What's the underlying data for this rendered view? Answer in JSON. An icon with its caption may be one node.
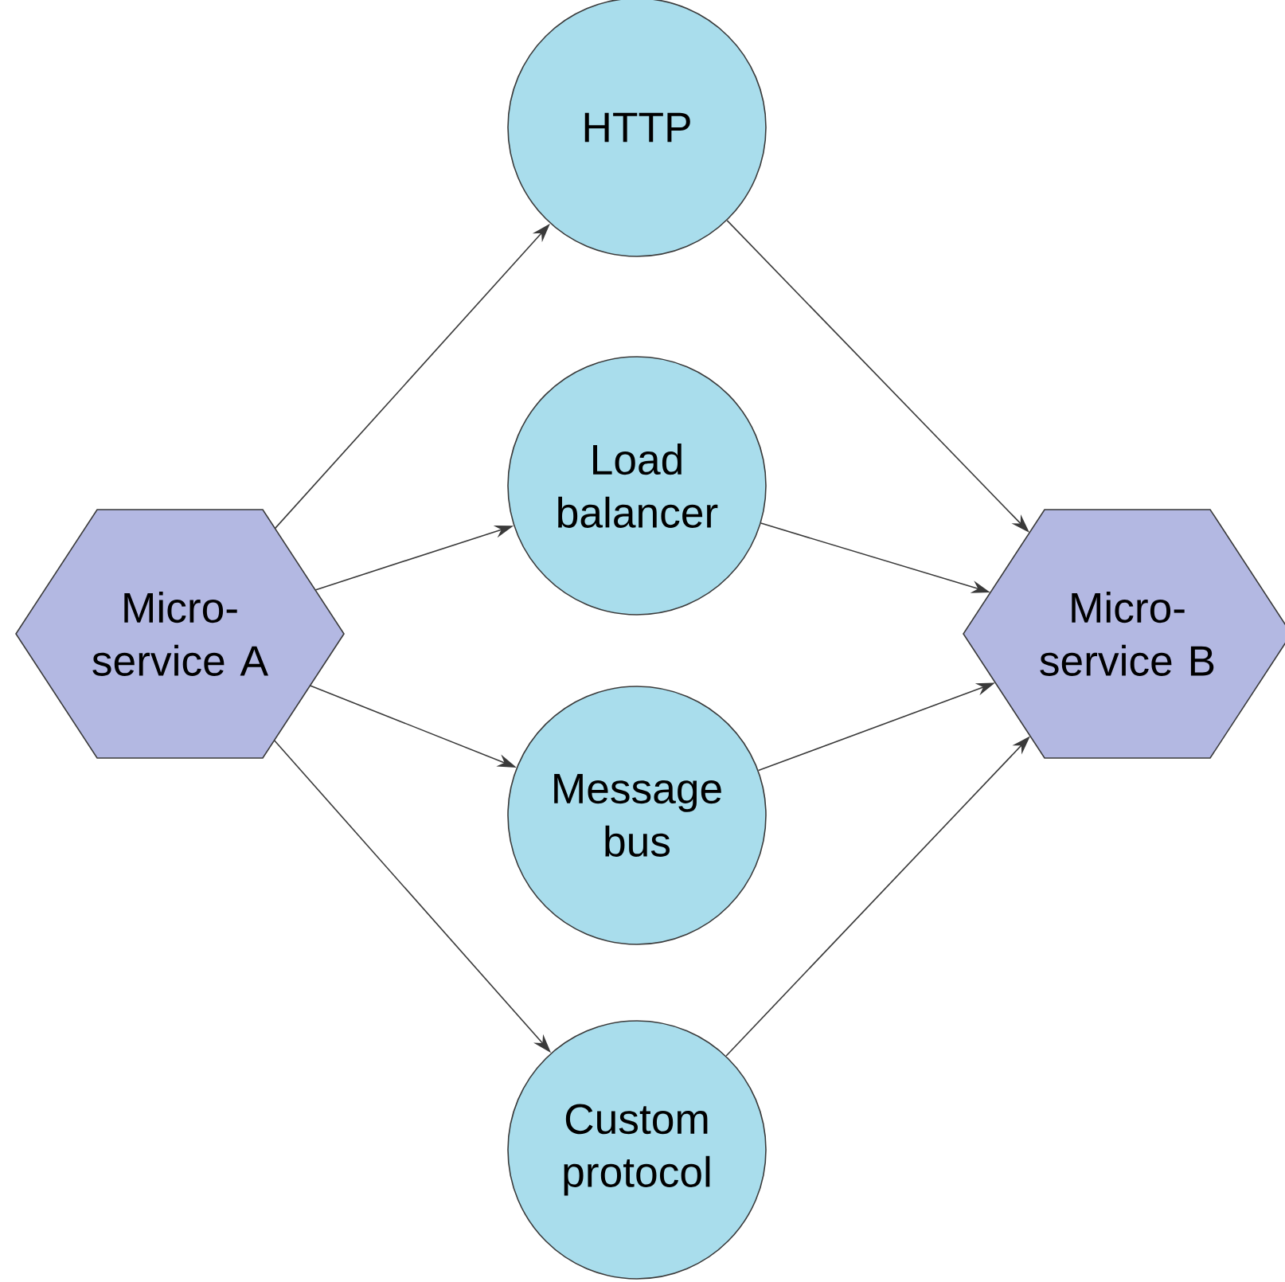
{
  "diagram": {
    "nodes": [
      {
        "text": [
          "Micro-service A"
        ]
      },
      {
        "text": [
          "HTTP"
        ]
      },
      {
        "text": [
          "Load balancer"
        ]
      },
      {
        "text": [
          "Message bus"
        ]
      },
      {
        "text": [
          "Custom protocol"
        ]
      },
      {
        "text": [
          "Micro-service B"
        ]
      }
    ],
    "edges": [
      {
        "from": 0,
        "to": 1,
        "arrow": "to"
      },
      {
        "from": 0,
        "to": 2,
        "arrow": "to"
      },
      {
        "from": 0,
        "to": 3,
        "arrow": "to"
      },
      {
        "from": 0,
        "to": 4,
        "arrow": "to"
      },
      {
        "from": 1,
        "to": 5,
        "arrow": "to"
      },
      {
        "from": 2,
        "to": 5,
        "arrow": "to"
      },
      {
        "from": 3,
        "to": 5,
        "arrow": "to"
      },
      {
        "from": 4,
        "to": 5,
        "arrow": "to"
      }
    ]
  }
}
